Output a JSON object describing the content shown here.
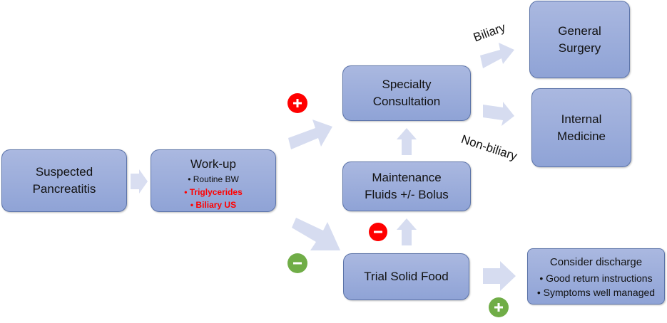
{
  "nodes": {
    "suspected": {
      "lines": [
        "Suspected",
        "Pancreatitis"
      ]
    },
    "workup": {
      "title": "Work-up",
      "bullets": [
        "• Routine BW",
        "• Triglycerides",
        "• Biliary US"
      ]
    },
    "specialty": {
      "lines": [
        "Specialty",
        "Consultation"
      ]
    },
    "maintenance": {
      "lines": [
        "Maintenance",
        "Fluids +/- Bolus"
      ]
    },
    "trial": {
      "title": "Trial Solid Food"
    },
    "general_surgery": {
      "lines": [
        "General",
        "Surgery"
      ]
    },
    "internal_medicine": {
      "lines": [
        "Internal",
        "Medicine"
      ]
    },
    "discharge": {
      "title": "Consider discharge",
      "bullets": [
        "• Good return instructions",
        "• Symptoms well managed"
      ]
    }
  },
  "edge_labels": {
    "biliary": "Biliary",
    "non_biliary": "Non-biliary"
  },
  "colors": {
    "node_fill": "#9aaddc",
    "arrow": "#d6dcf0",
    "positive_red": "#ff0000",
    "green": "#70ad47",
    "highlight_text": "#ff0000"
  }
}
